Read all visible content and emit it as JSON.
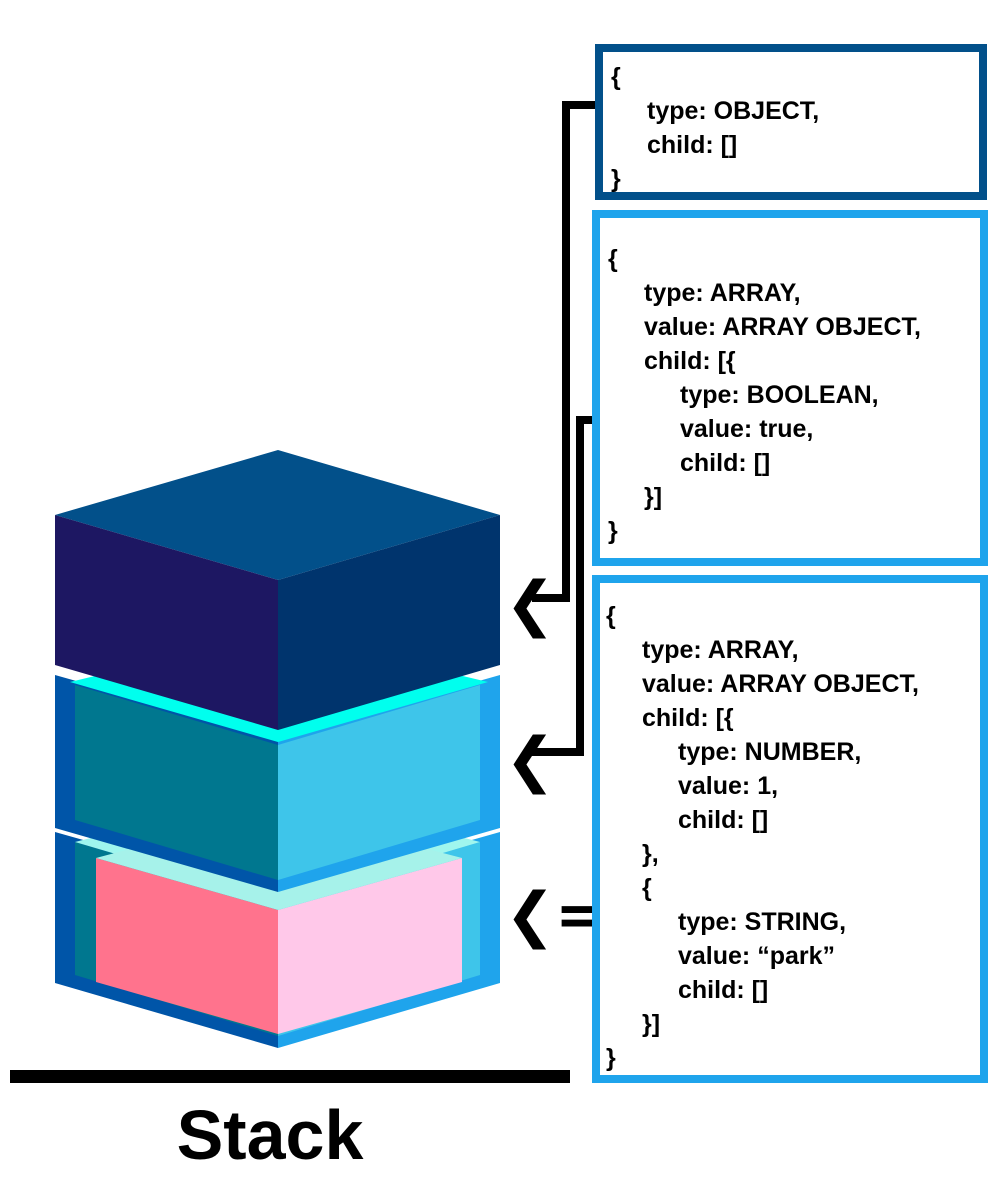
{
  "stack_label": "Stack",
  "colors": {
    "top_block_front_left": "#1d1762",
    "top_block_front_right": "#00346d",
    "top_block_top": "#02508a",
    "mid_block_left": "#00778f",
    "mid_block_right": "#3ec5ea",
    "mid_block_outer": "#1fa4ec",
    "bot_block_left": "#ff738d",
    "bot_block_right": "#ffc8e9",
    "glow": "#00ffee",
    "box_dark_border": "#02508a",
    "box_light_border": "#1fa4ec"
  },
  "pointers": [
    {
      "name": "top-pointer",
      "glyph": "❮"
    },
    {
      "name": "mid-pointer",
      "glyph": "❮"
    },
    {
      "name": "bottom-pointer",
      "glyph": "❮="
    }
  ],
  "boxes": {
    "top": [
      "{",
      "    type: OBJECT,",
      "    child: []",
      "}"
    ],
    "mid": [
      "{",
      "    type: ARRAY,",
      "    value: ARRAY OBJECT,",
      "    child: [{",
      "        type: BOOLEAN,",
      "        value: true,",
      "        child: []",
      "    }]",
      "}"
    ],
    "bot": [
      "{",
      "    type: ARRAY,",
      "    value: ARRAY OBJECT,",
      "    child: [{",
      "        type: NUMBER,",
      "        value: 1,",
      "        child: []",
      "    },",
      "    {",
      "        type: STRING,",
      "        value: “park”",
      "        child: []",
      "    }]",
      "}"
    ]
  }
}
